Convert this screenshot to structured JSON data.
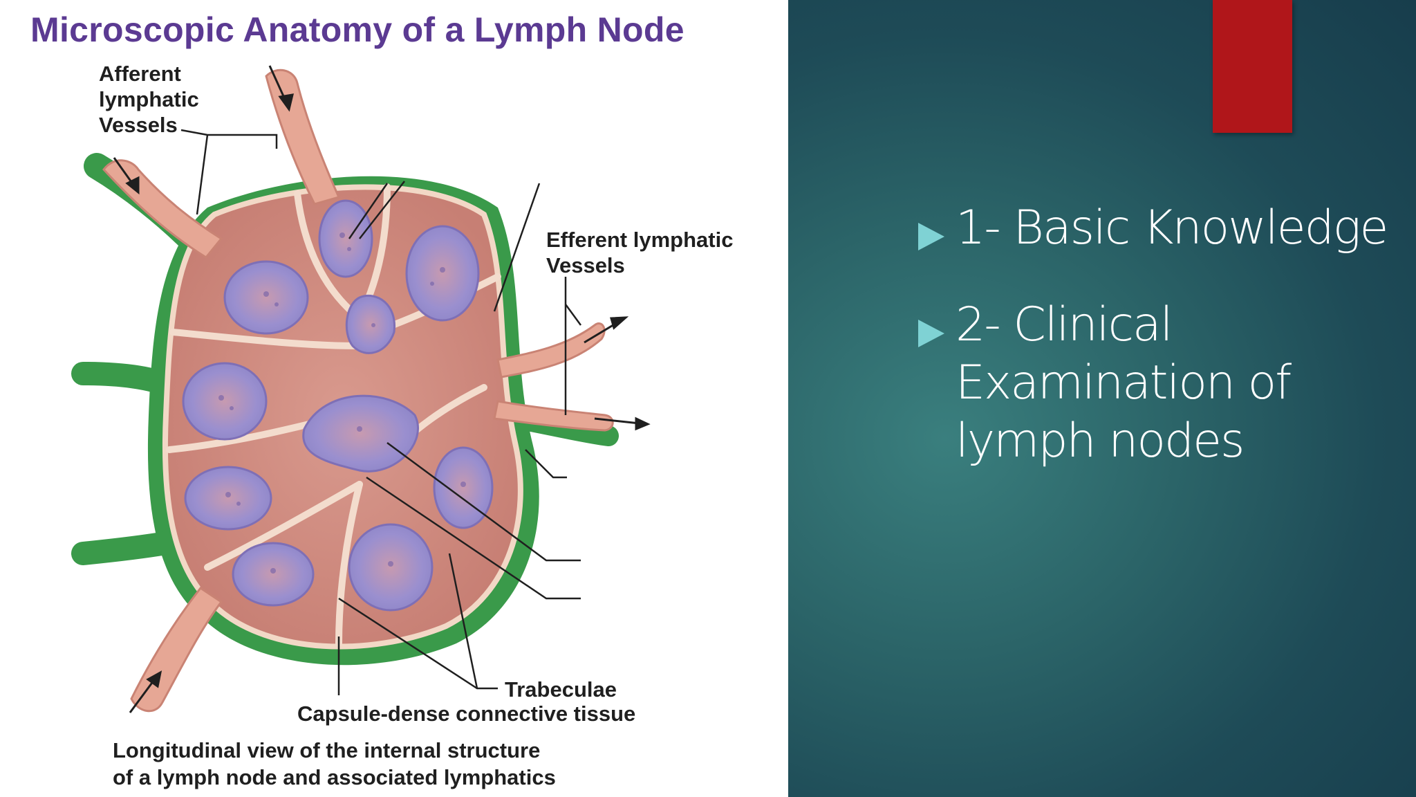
{
  "figure": {
    "title": "Microscopic Anatomy of a Lymph Node",
    "labels": {
      "afferent": [
        "Afferent",
        "lymphatic",
        "Vessels"
      ],
      "efferent": [
        "Efferent lymphatic",
        "Vessels"
      ],
      "trabeculae": "Trabeculae",
      "capsule": "Capsule-dense connective tissue"
    },
    "caption": [
      "Longitudinal view of the internal structure",
      "of a lymph node and associated lymphatics"
    ]
  },
  "bullets": [
    {
      "text": "1- Basic Knowledge"
    },
    {
      "text": "2- Clinical Examination of lymph nodes"
    }
  ],
  "colors": {
    "title": "#5b3a92",
    "accent_red": "#b0161a",
    "bullet_arrow": "#7fd2d4",
    "background_teal": "#1e4b57"
  }
}
